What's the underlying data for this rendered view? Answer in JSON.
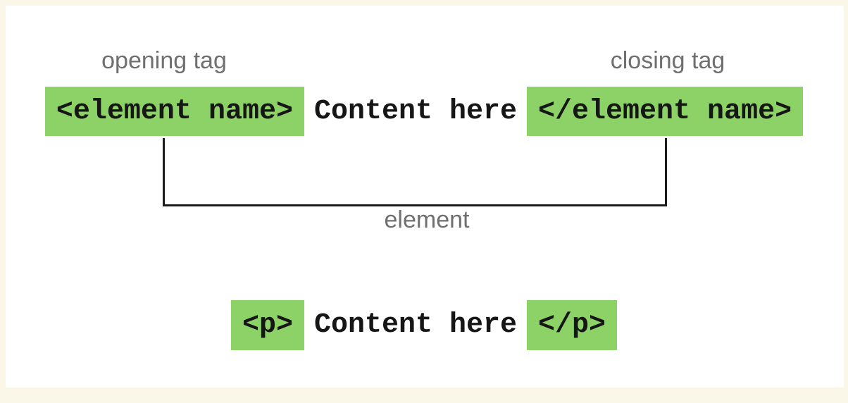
{
  "colors": {
    "highlight_green": "#8CD266",
    "label_gray": "#6F6F6F",
    "code_black": "#161616",
    "line_black": "#1B1B1B",
    "canvas_cream": "#FAF6E8",
    "content_white": "#FFFFFF"
  },
  "anatomy": {
    "opening_tag_label": "opening tag",
    "closing_tag_label": "closing tag",
    "element_label": "element",
    "generic": {
      "opening": "<element name>",
      "content": "Content here",
      "closing": "</element name>"
    },
    "example": {
      "opening": "<p>",
      "content": "Content here",
      "closing": "</p>"
    }
  }
}
